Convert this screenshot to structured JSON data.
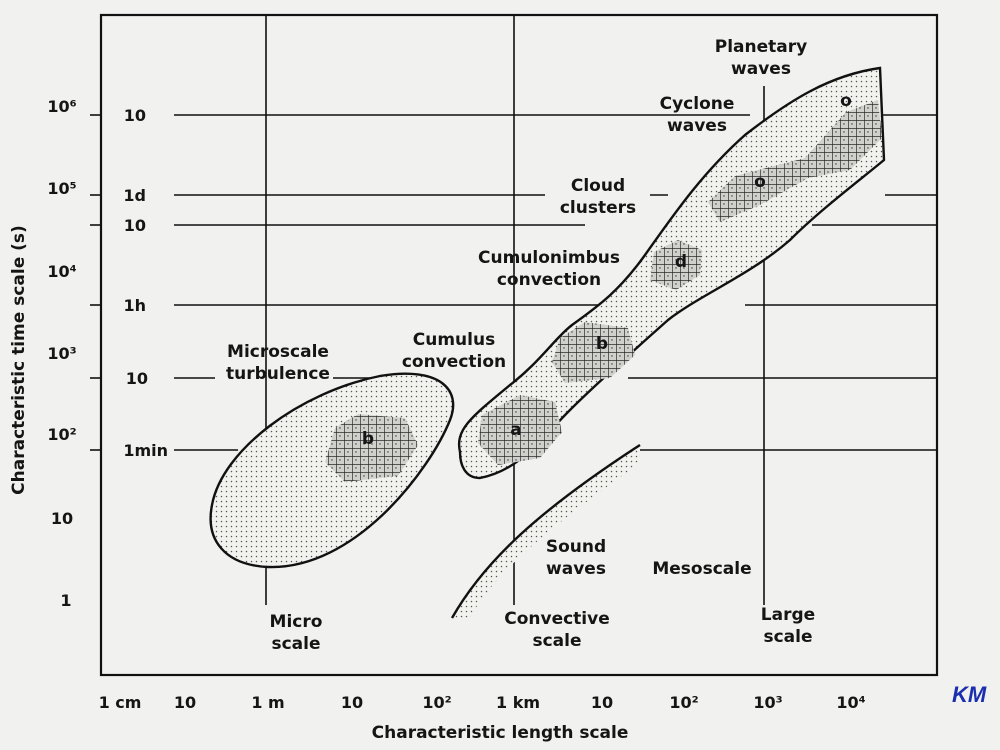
{
  "chart_data": {
    "type": "diagram",
    "xlabel": "Characteristic length scale",
    "ylabel": "Characteristic time scale (s)",
    "x_ticks": [
      "1 cm",
      "10",
      "1 m",
      "10",
      "10²",
      "1 km",
      "10",
      "10²",
      "10³",
      "10⁴"
    ],
    "y_ticks_exponent": [
      "1",
      "10",
      "10²",
      "10³",
      "10⁴",
      "10⁵",
      "10⁶"
    ],
    "y_ticks_named": [
      "1min",
      "10",
      "1h",
      "10",
      "1d",
      "10"
    ],
    "regions": [
      {
        "marker": "b",
        "label": "Microscale turbulence"
      },
      {
        "marker": "a",
        "label": "Cumulus convection"
      },
      {
        "marker": "b",
        "label": "Cumulonimbus convection"
      },
      {
        "marker": "d",
        "label": "Cloud clusters"
      },
      {
        "marker": "o",
        "label": "Cyclone waves"
      },
      {
        "marker": "o",
        "label": "Planetary waves"
      }
    ],
    "annotations": [
      "Sound waves",
      "Mesoscale"
    ],
    "scale_labels": [
      "Micro scale",
      "Convective scale",
      "Large scale"
    ],
    "handwritten_unit": "KM"
  }
}
